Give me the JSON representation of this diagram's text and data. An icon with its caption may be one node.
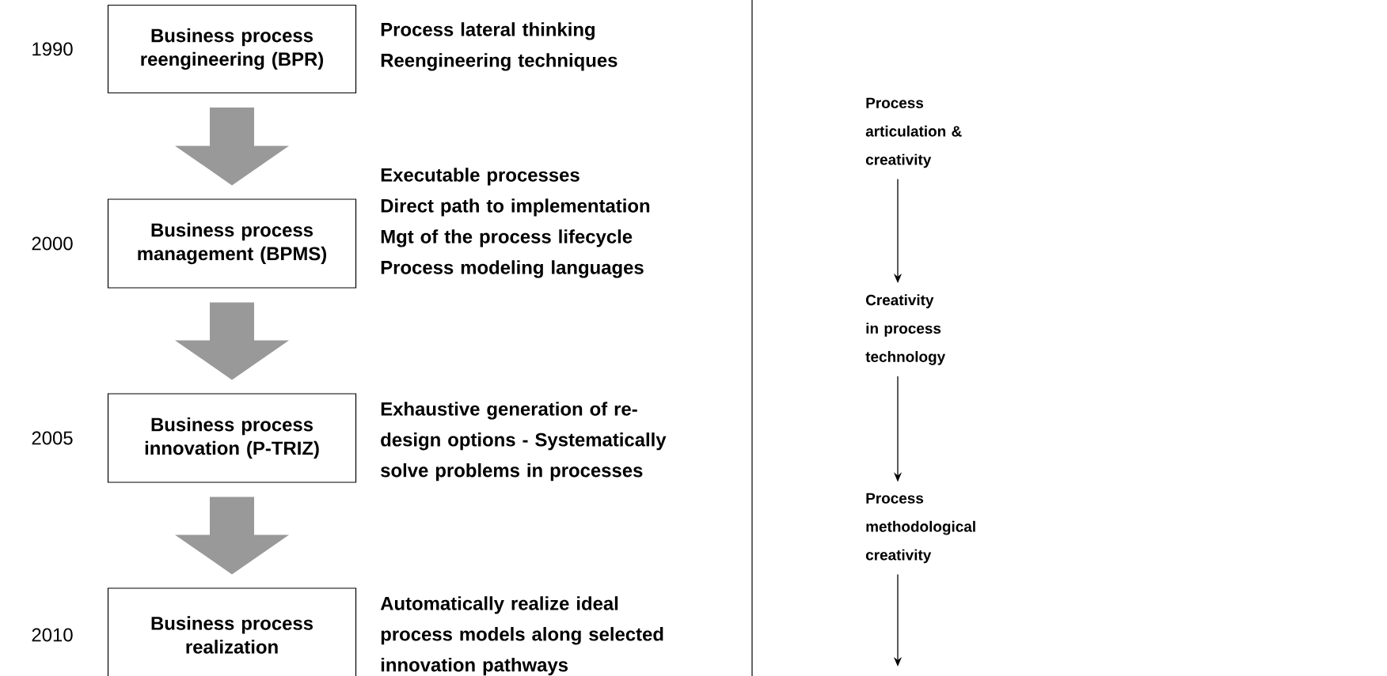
{
  "diagram": {
    "nodes": [
      {
        "text": [
          "Business process reengineering (BPR)"
        ],
        "beside": [
          "1990",
          "Process lateral thinking",
          "Reengineering techniques"
        ]
      },
      {
        "text": [
          "Business process management (BPMS)"
        ],
        "beside": [
          "2000",
          "Executable processes",
          "Direct path to implementation",
          "Mgt of the process lifecycle",
          "Process modeling languages"
        ]
      },
      {
        "text": [
          "Business process innovation (P-TRIZ)"
        ],
        "beside": [
          "2005",
          "Exhaustive generation of re-design options - Systematically solve problems in processes"
        ]
      },
      {
        "text": [
          "Business process realization"
        ],
        "beside": [
          "2010",
          "Automatically realize ideal process models along selected innovation pathways"
        ]
      },
      {
        "text": [
          "Process articulation & creativity"
        ]
      },
      {
        "text": [
          "Creativity in process technology"
        ]
      },
      {
        "text": [
          "Process methodological creativity"
        ]
      }
    ],
    "edges": [
      {
        "from": 0,
        "to": 1,
        "arrow": "to",
        "style": "thick",
        "color": "#999999"
      },
      {
        "from": 1,
        "to": 2,
        "arrow": "to",
        "style": "thick",
        "color": "#999999"
      },
      {
        "from": 2,
        "to": 3,
        "arrow": "to",
        "style": "thick",
        "color": "#999999"
      },
      {
        "from": 4,
        "to": 5,
        "arrow": "to",
        "color": "#000000"
      },
      {
        "from": 5,
        "to": 6,
        "arrow": "to",
        "color": "#000000"
      },
      {
        "from": 6,
        "to": null,
        "arrow": "to",
        "color": "#000000"
      }
    ]
  }
}
